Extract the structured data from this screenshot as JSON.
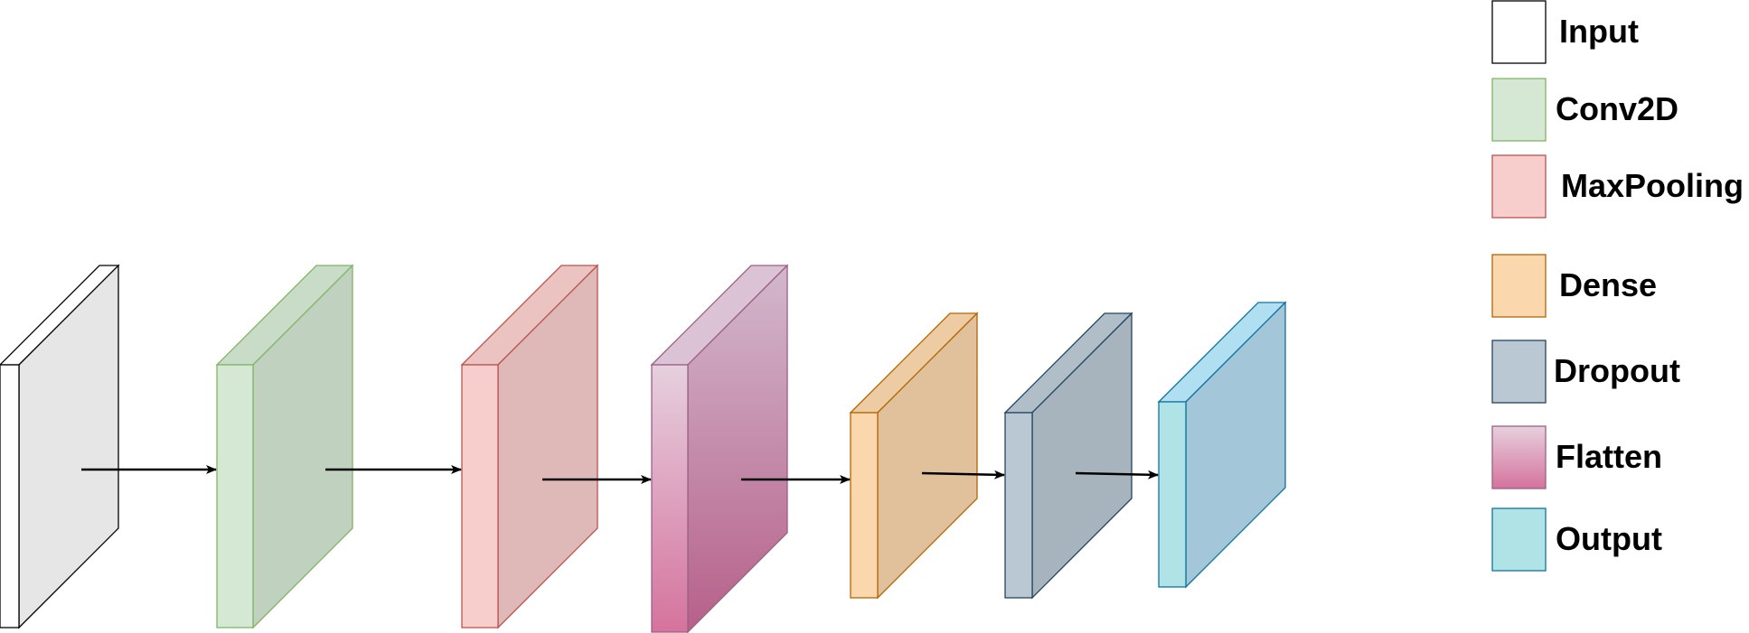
{
  "layer_types": {
    "input": {
      "label": "Input",
      "colors": {
        "front": "#ffffff",
        "side": "#e6e6e6",
        "top": "#ffffff",
        "stroke": "#000000"
      }
    },
    "conv2d": {
      "label": "Conv2D",
      "colors": {
        "front": "#d5e8d4",
        "side": "#c0d2bf",
        "top": "#c9dcc8",
        "stroke": "#82b366"
      }
    },
    "maxpooling": {
      "label": "MaxPooling",
      "colors": {
        "front": "#f8cecc",
        "side": "#dfb9b8",
        "top": "#ebc3c1",
        "stroke": "#b85450"
      }
    },
    "dense": {
      "label": "Dense",
      "colors": {
        "front": "#fad7ac",
        "side": "#e1c19b",
        "top": "#edcca3",
        "stroke": "#b46504"
      }
    },
    "dropout": {
      "label": "Dropout",
      "colors": {
        "front": "#bac8d3",
        "side": "#a7b4be",
        "top": "#b0bec8",
        "stroke": "#23445d"
      }
    },
    "flatten": {
      "label": "Flatten",
      "colors": {
        "front_top": "#e6d0de",
        "front_bottom": "#d5739d",
        "side_top": "#d2b8cc",
        "side_bottom": "#b7608a",
        "top": "#dcc2d5",
        "stroke": "#996185"
      }
    },
    "output": {
      "label": "Output",
      "colors": {
        "front": "#b0e3e6",
        "side": "#a3c7d9",
        "top": "#b1dff2",
        "stroke": "#10739e"
      }
    }
  },
  "legend_order": [
    "input",
    "conv2d",
    "maxpooling",
    "dense",
    "dropout",
    "flatten",
    "output"
  ],
  "network_layers": [
    "input",
    "conv2d",
    "maxpooling",
    "flatten",
    "dense",
    "dropout",
    "output"
  ],
  "connector_color": "#000000"
}
